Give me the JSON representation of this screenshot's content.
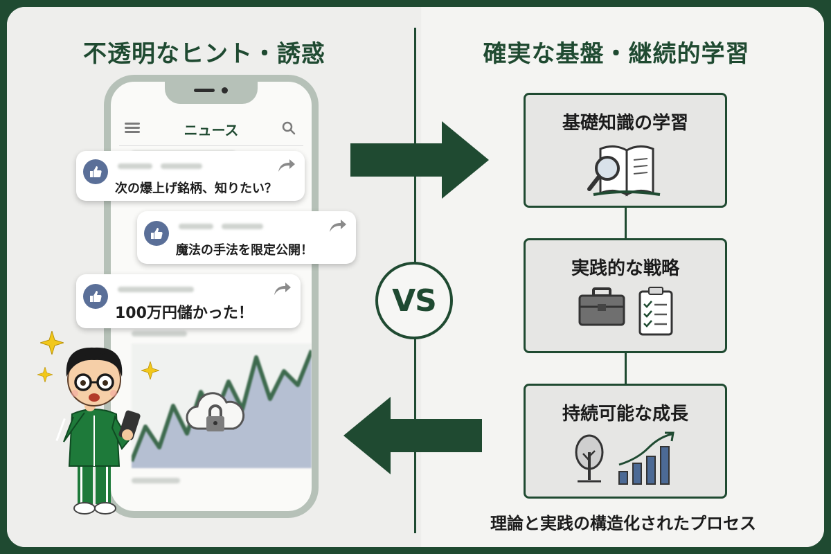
{
  "left": {
    "heading": "不透明なヒント・誘惑",
    "phone": {
      "title": "ニュース"
    },
    "bubbles": [
      {
        "text": "次の爆上げ銘柄、知りたい？"
      },
      {
        "text": "魔法の手法を限定公開！"
      },
      {
        "text": "100万円儲かった！"
      }
    ]
  },
  "vs_label": "VS",
  "right": {
    "heading": "確実な基盤・継続的学習",
    "steps": [
      {
        "label": "基礎知識の学習",
        "icon": "book-magnifier-icon"
      },
      {
        "label": "実践的な戦略",
        "icon": "briefcase-checklist-icon"
      },
      {
        "label": "持続可能な成長",
        "icon": "tree-growth-chart-icon"
      }
    ],
    "caption": "理論と実践の構造化されたプロセス"
  },
  "colors": {
    "primary": "#1f4a31",
    "like": "#5a6f98",
    "sparkle": "#f2c81a"
  }
}
